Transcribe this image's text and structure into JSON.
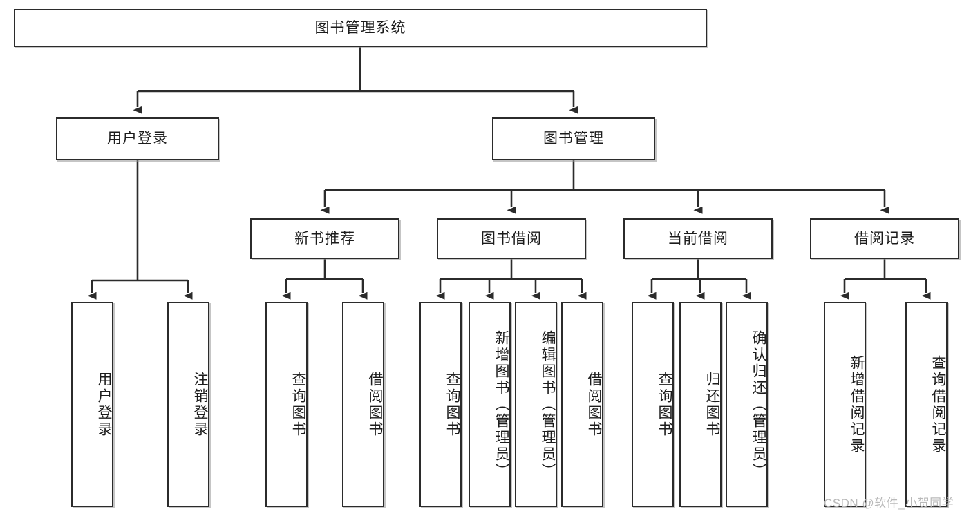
{
  "diagram": {
    "type": "tree-hierarchy",
    "title": "图书管理系统",
    "watermark": "CSDN @软件_小贺同学",
    "colors": {
      "box_border": "#2b2b2b",
      "box_fill": "#ffffff",
      "connector": "#2b2b2b",
      "watermark": "#b9b9b9",
      "page_background": "#ffffff"
    },
    "levels": {
      "level0": [
        "图书管理系统"
      ],
      "level1": [
        "用户登录",
        "图书管理"
      ],
      "level2": [
        "新书推荐",
        "图书借阅",
        "当前借阅",
        "借阅记录"
      ],
      "level3": [
        "用户登录",
        "注销登录",
        "查询图书",
        "借阅图书",
        "查询图书",
        "新增图书（管理员）",
        "编辑图书（管理员）",
        "借阅图书",
        "查询图书",
        "归还图书",
        "确认归还（管理员）",
        "新增借阅记录",
        "查询借阅记录"
      ]
    },
    "nodes": {
      "root": {
        "label": "图书管理系统"
      },
      "user_login": {
        "label": "用户登录"
      },
      "book_mgmt": {
        "label": "图书管理"
      },
      "new_book_rec": {
        "label": "新书推荐"
      },
      "book_borrow": {
        "label": "图书借阅"
      },
      "current_borrow": {
        "label": "当前借阅"
      },
      "borrow_record": {
        "label": "借阅记录"
      },
      "leaf_user_login": {
        "label": "用户登录"
      },
      "leaf_logout": {
        "label": "注销登录"
      },
      "leaf_query_book_1": {
        "label": "查询图书"
      },
      "leaf_borrow_book_1": {
        "label": "借阅图书"
      },
      "leaf_query_book_2": {
        "label": "查询图书"
      },
      "leaf_add_book": {
        "label": "新增图书（管理员）"
      },
      "leaf_edit_book": {
        "label": "编辑图书（管理员）"
      },
      "leaf_borrow_book_2": {
        "label": "借阅图书"
      },
      "leaf_query_book_3": {
        "label": "查询图书"
      },
      "leaf_return_book": {
        "label": "归还图书"
      },
      "leaf_confirm_return": {
        "label": "确认归还（管理员）"
      },
      "leaf_add_record": {
        "label": "新增借阅记录"
      },
      "leaf_query_record": {
        "label": "查询借阅记录"
      }
    },
    "edges": [
      {
        "from": "root",
        "to": "user_login"
      },
      {
        "from": "root",
        "to": "book_mgmt"
      },
      {
        "from": "user_login",
        "to": "leaf_user_login"
      },
      {
        "from": "user_login",
        "to": "leaf_logout"
      },
      {
        "from": "book_mgmt",
        "to": "new_book_rec"
      },
      {
        "from": "book_mgmt",
        "to": "book_borrow"
      },
      {
        "from": "book_mgmt",
        "to": "current_borrow"
      },
      {
        "from": "book_mgmt",
        "to": "borrow_record"
      },
      {
        "from": "new_book_rec",
        "to": "leaf_query_book_1"
      },
      {
        "from": "new_book_rec",
        "to": "leaf_borrow_book_1"
      },
      {
        "from": "book_borrow",
        "to": "leaf_query_book_2"
      },
      {
        "from": "book_borrow",
        "to": "leaf_add_book"
      },
      {
        "from": "book_borrow",
        "to": "leaf_edit_book"
      },
      {
        "from": "book_borrow",
        "to": "leaf_borrow_book_2"
      },
      {
        "from": "current_borrow",
        "to": "leaf_query_book_3"
      },
      {
        "from": "current_borrow",
        "to": "leaf_return_book"
      },
      {
        "from": "current_borrow",
        "to": "leaf_confirm_return"
      },
      {
        "from": "borrow_record",
        "to": "leaf_add_record"
      },
      {
        "from": "borrow_record",
        "to": "leaf_query_record"
      }
    ]
  }
}
